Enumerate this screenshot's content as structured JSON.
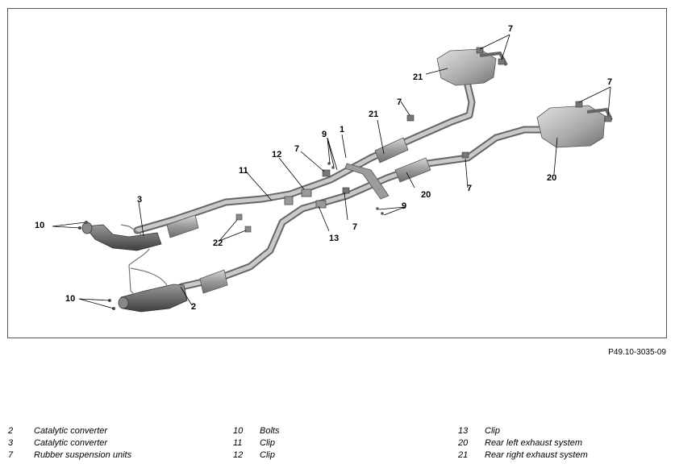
{
  "figure_id": "P49.10-3035-09",
  "callouts": [
    "1",
    "2",
    "3",
    "7",
    "9",
    "10",
    "11",
    "12",
    "13",
    "20",
    "21",
    "22"
  ],
  "legend": {
    "col1": [
      {
        "num": "2",
        "text": "Catalytic converter"
      },
      {
        "num": "3",
        "text": "Catalytic converter"
      },
      {
        "num": "7",
        "text": "Rubber suspension units"
      }
    ],
    "col2": [
      {
        "num": "10",
        "text": "Bolts"
      },
      {
        "num": "11",
        "text": "Clip"
      },
      {
        "num": "12",
        "text": "Clip"
      }
    ],
    "col3": [
      {
        "num": "13",
        "text": "Clip"
      },
      {
        "num": "20",
        "text": "Rear left exhaust system"
      },
      {
        "num": "21",
        "text": "Rear right exhaust system"
      }
    ]
  }
}
